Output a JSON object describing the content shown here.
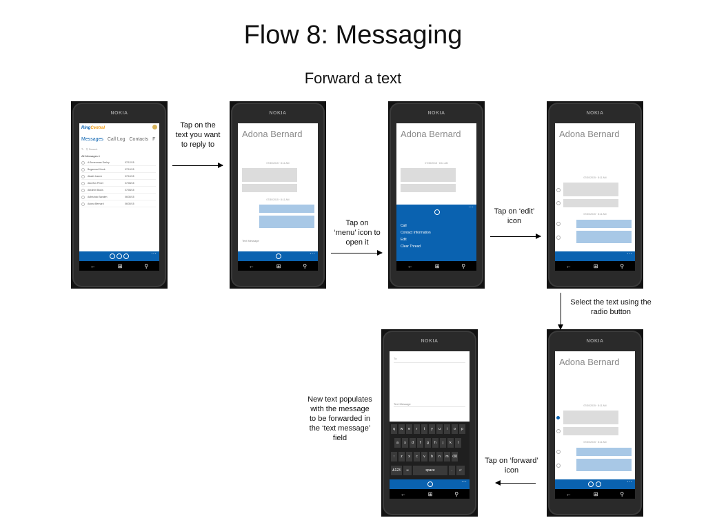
{
  "title": "Flow 8: Messaging",
  "subtitle": "Forward a text",
  "phone_brand": "NOKIA",
  "contact_name": "Adona Bernard",
  "annotations": {
    "a1": "Tap on the text you want to reply to",
    "a2": "Tap on ‘menu’ icon to open it",
    "a3": "Tap on ‘edit’ icon",
    "a4": "Select the text using the radio button",
    "a5": "Tap on ‘forward’ icon",
    "a6": "New text populates with the message to be forwarded in the ‘text message’ field"
  },
  "nav_icons": {
    "back": "←",
    "home": "⊞",
    "search": "⚲"
  },
  "screen1": {
    "logo_main": "Ring",
    "logo_accent": "Central",
    "tabs": [
      "Messages",
      "Call Log",
      "Contacts",
      "F"
    ],
    "search_placeholder": "Search",
    "all_messages": "All Messages ▾",
    "rows": [
      {
        "name": "A.Berrenman Drelny",
        "date": "07/12/15"
      },
      {
        "name": "Begannad Vinek",
        "date": "07/10/15"
      },
      {
        "name": "Abadi Josene",
        "date": "07/10/15"
      },
      {
        "name": "Abcefon Penel",
        "date": "07/08/15"
      },
      {
        "name": "Abrahim Bouis",
        "date": "07/08/15"
      },
      {
        "name": "Adhisholo Baralen",
        "date": "06/30/15"
      },
      {
        "name": "Adona Bernard",
        "date": "06/30/15"
      }
    ]
  },
  "timestamps": {
    "t1": "07/30/2015 · 8:11 AM",
    "t2": "07/30/2015 · 8:11 AM"
  },
  "text_message_hint": "Text Message",
  "menu_items": [
    "Call",
    "Contact Information",
    "Edit",
    "Clear Thread"
  ],
  "to_label": "To:",
  "keyboard": {
    "row1": [
      "q",
      "w",
      "e",
      "r",
      "t",
      "y",
      "u",
      "i",
      "o",
      "p"
    ],
    "row2": [
      "a",
      "s",
      "d",
      "f",
      "g",
      "h",
      "j",
      "k",
      "l"
    ],
    "row3": [
      "↑",
      "z",
      "x",
      "c",
      "v",
      "b",
      "n",
      "m",
      "⌫"
    ],
    "row4": [
      "&123",
      "☺",
      "space",
      ".",
      "↵"
    ]
  },
  "colors": {
    "accent": "#0a62b0",
    "bubble_in": "#dcdcdc",
    "bubble_out": "#a8c8e6"
  }
}
